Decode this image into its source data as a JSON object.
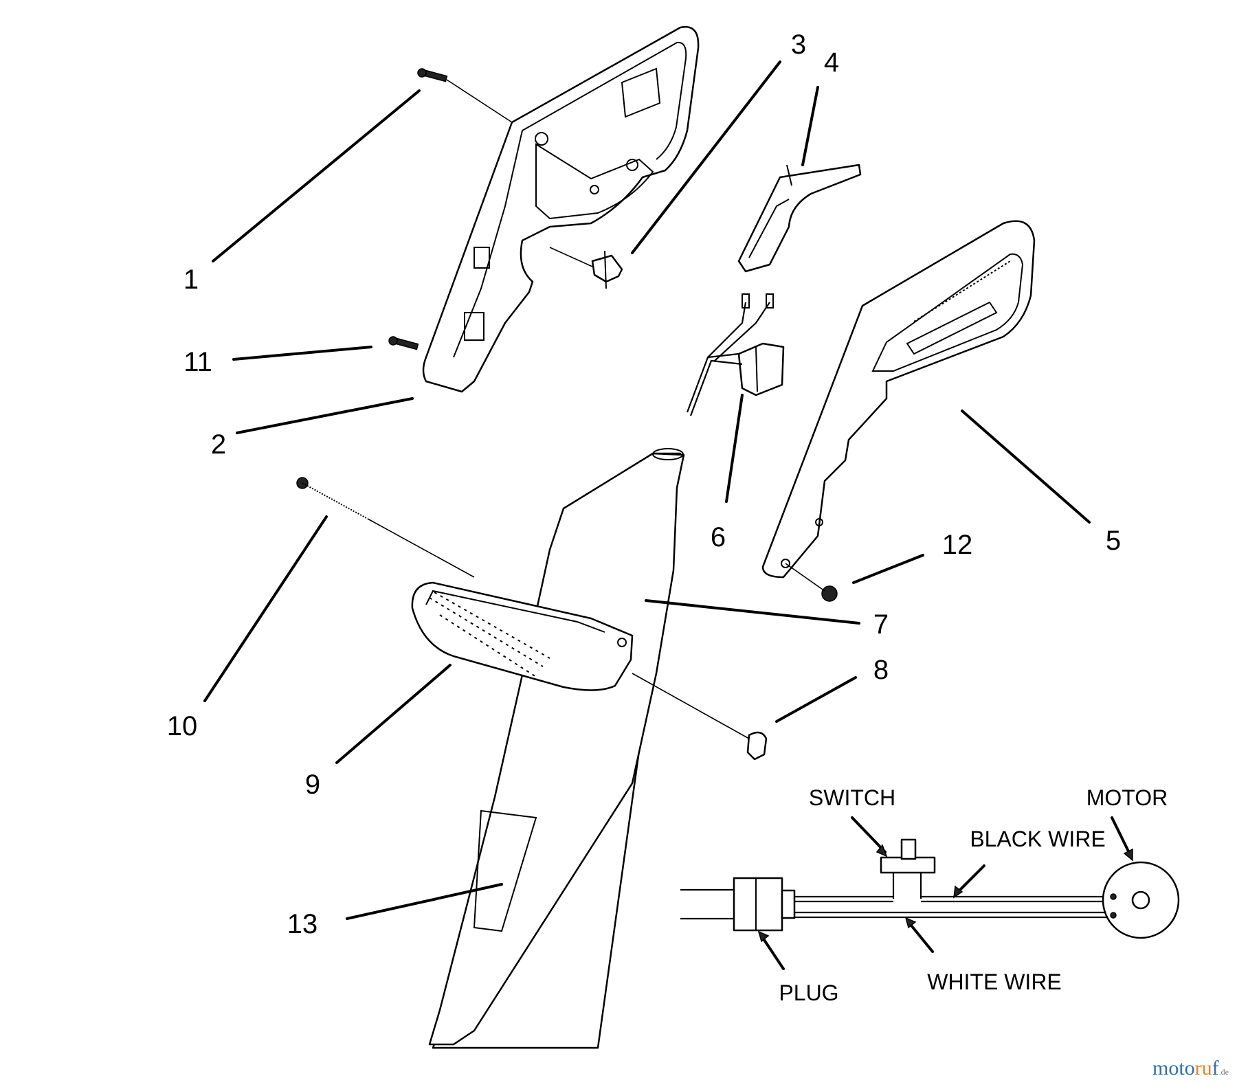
{
  "callouts": {
    "c1": "1",
    "c2": "2",
    "c3": "3",
    "c4": "4",
    "c5": "5",
    "c6": "6",
    "c7": "7",
    "c8": "8",
    "c9": "9",
    "c10": "10",
    "c11": "11",
    "c12": "12",
    "c13": "13"
  },
  "wiring": {
    "switch": "SWITCH",
    "motor": "MOTOR",
    "black_wire": "BLACK WIRE",
    "white_wire": "WHITE WIRE",
    "plug": "PLUG"
  },
  "watermark": {
    "part_a": "moto",
    "part_b": "ru",
    "part_c": "f",
    "suffix": ".de"
  }
}
